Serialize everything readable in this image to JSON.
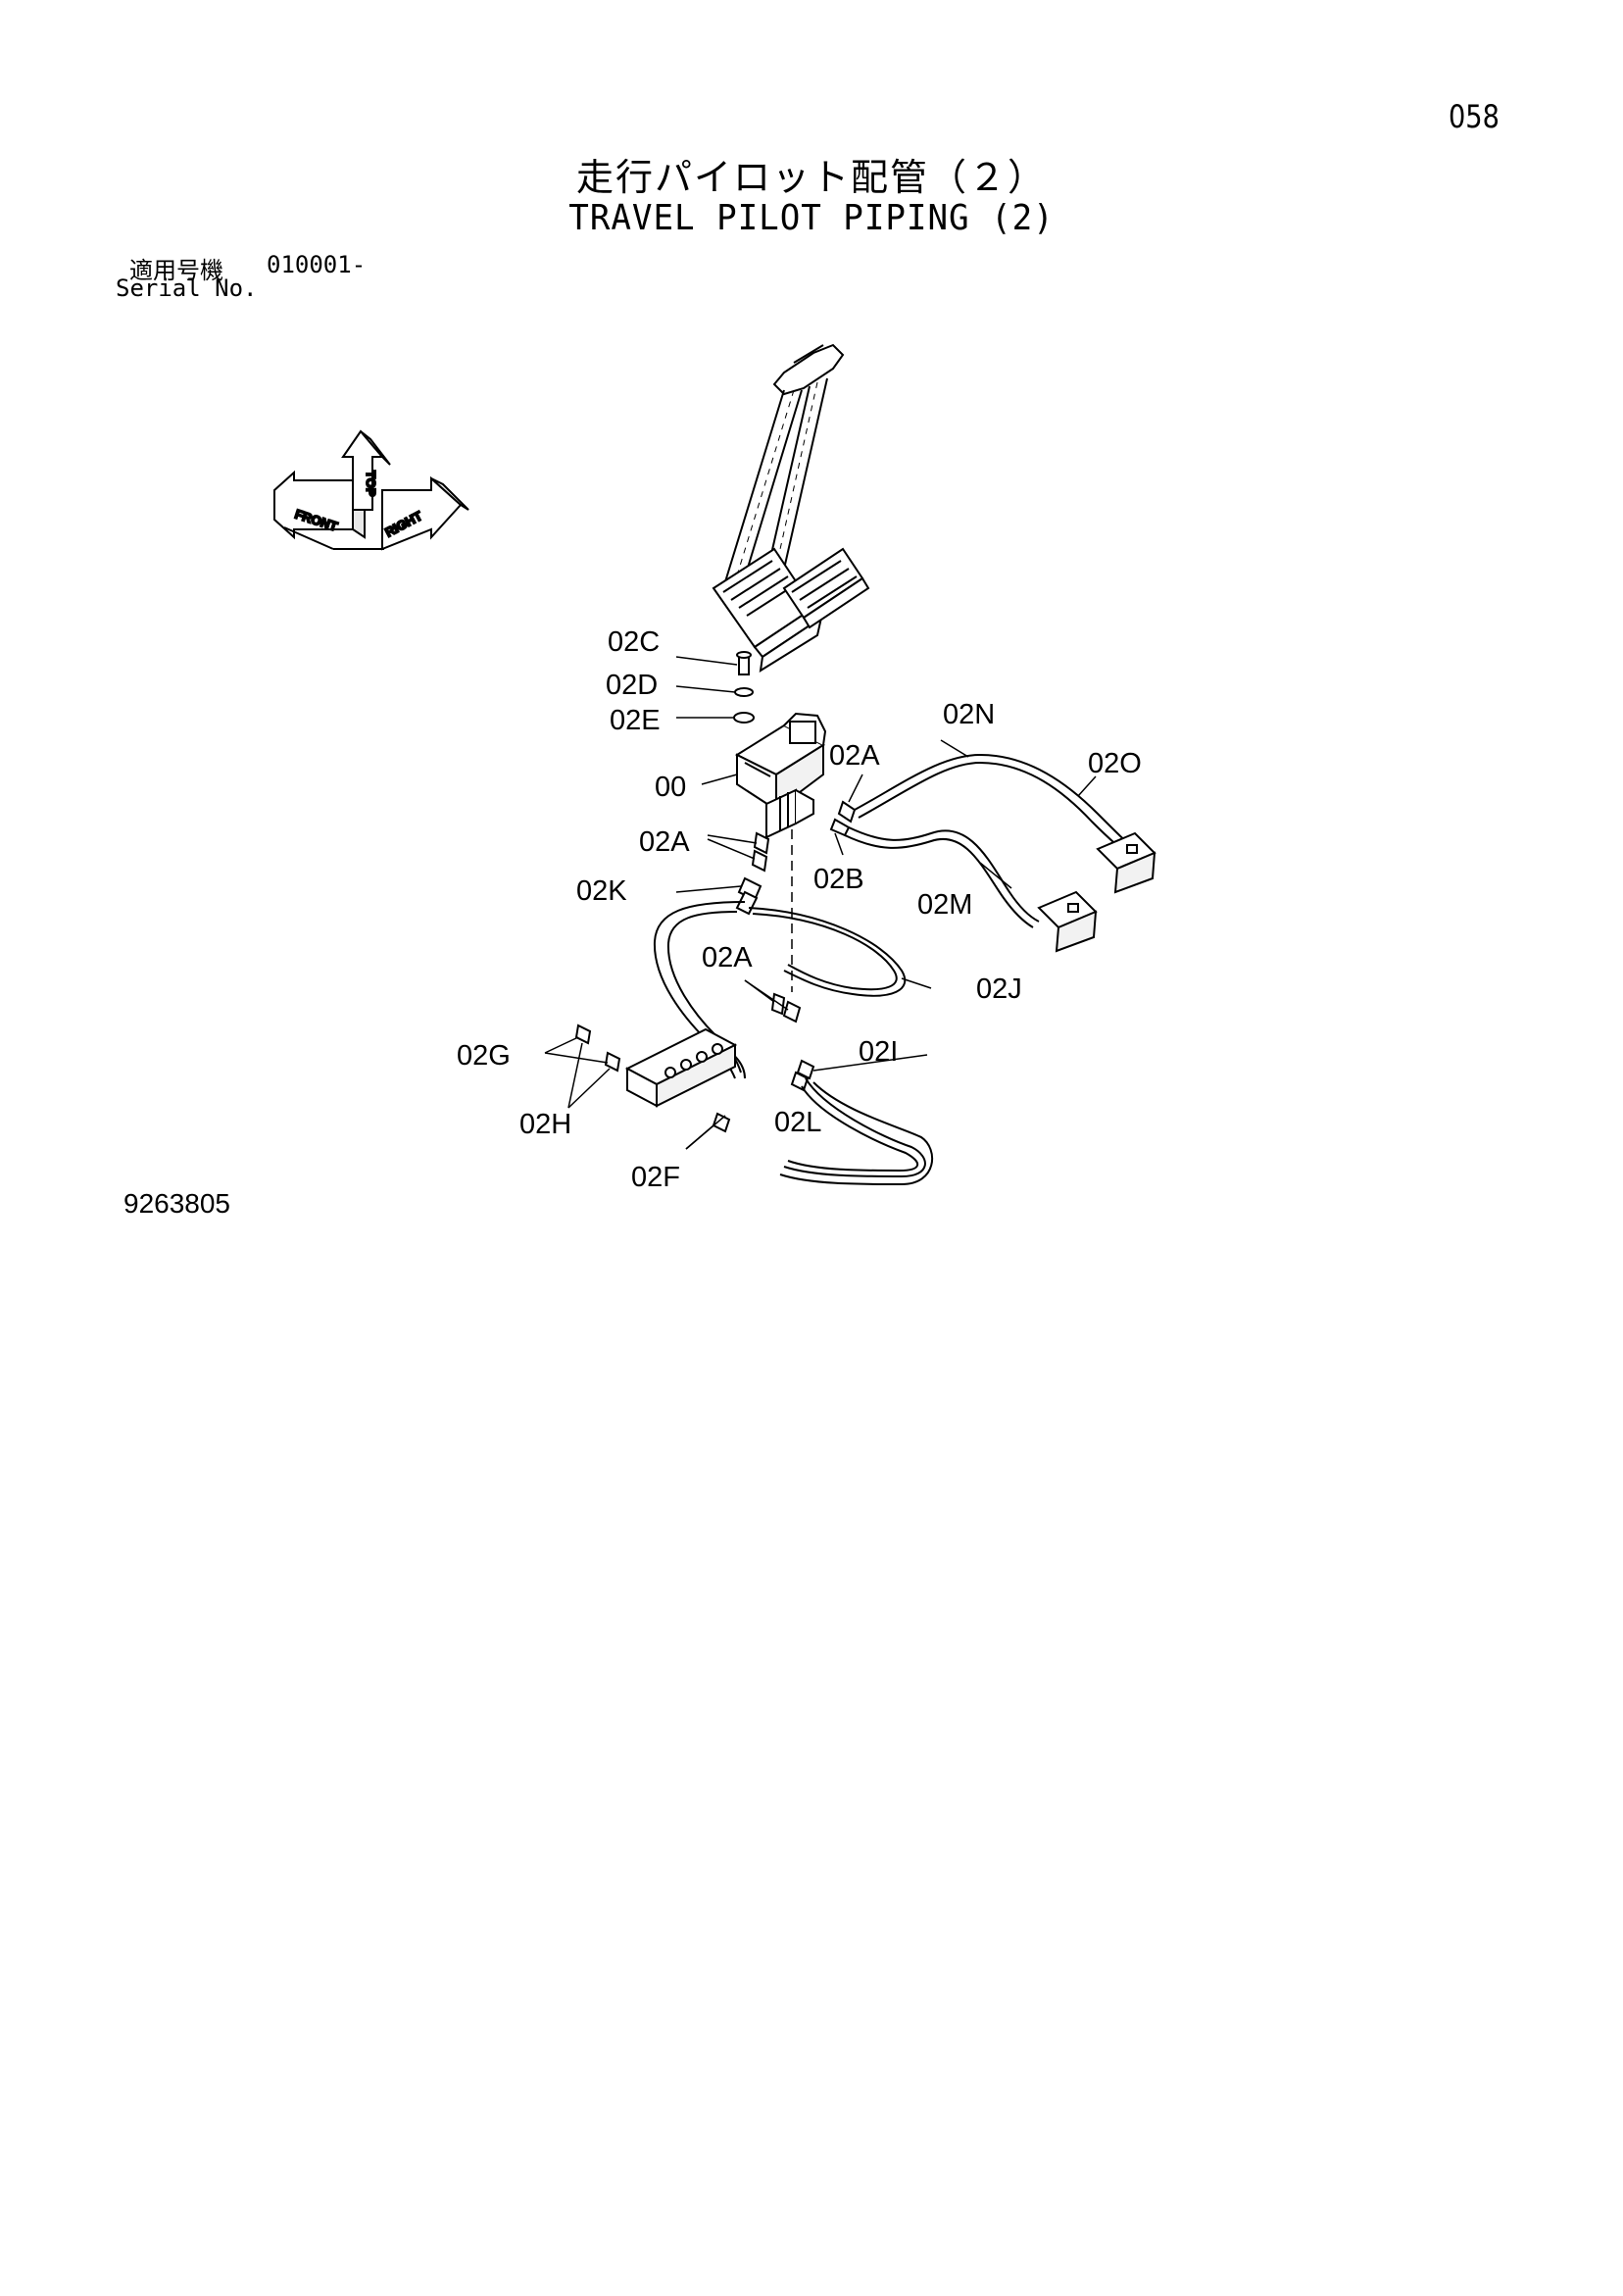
{
  "page_number": "058",
  "title_jp": "走行パイロット配管（２）",
  "title_en": "TRAVEL PILOT PIPING (2)",
  "serial": {
    "label_jp": "適用号機",
    "label_en": "Serial No.",
    "range": "010001-"
  },
  "orientation_marker": {
    "front": "FRONT",
    "top": "TOP",
    "right": "RIGHT"
  },
  "callouts": {
    "c02C": "02C",
    "c02D": "02D",
    "c02E": "02E",
    "c00": "00",
    "c02A_top": "02A",
    "c02N": "02N",
    "c02O": "02O",
    "c02A_mid": "02A",
    "c02B": "02B",
    "c02K": "02K",
    "c02M": "02M",
    "c02A_low": "02A",
    "c02J": "02J",
    "c02G": "02G",
    "c02I": "02I",
    "c02H": "02H",
    "c02L": "02L",
    "c02F": "02F"
  },
  "drawing_number": "9263805"
}
